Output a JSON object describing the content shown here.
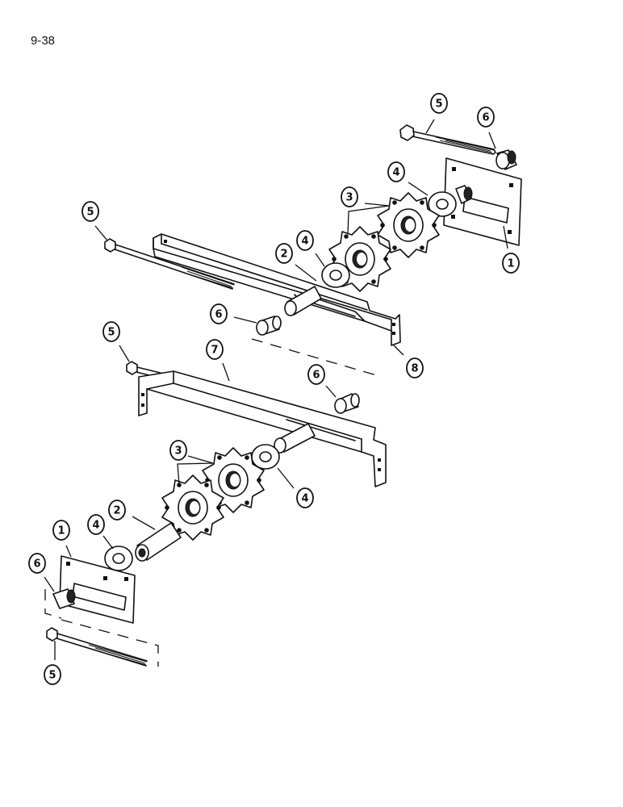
{
  "page": {
    "number": "9-38"
  },
  "callouts": [
    "5",
    "6",
    "4",
    "3",
    "1",
    "5",
    "2",
    "4",
    "6",
    "8",
    "5",
    "7",
    "6",
    "3",
    "4",
    "2",
    "4",
    "1",
    "6",
    "5"
  ]
}
